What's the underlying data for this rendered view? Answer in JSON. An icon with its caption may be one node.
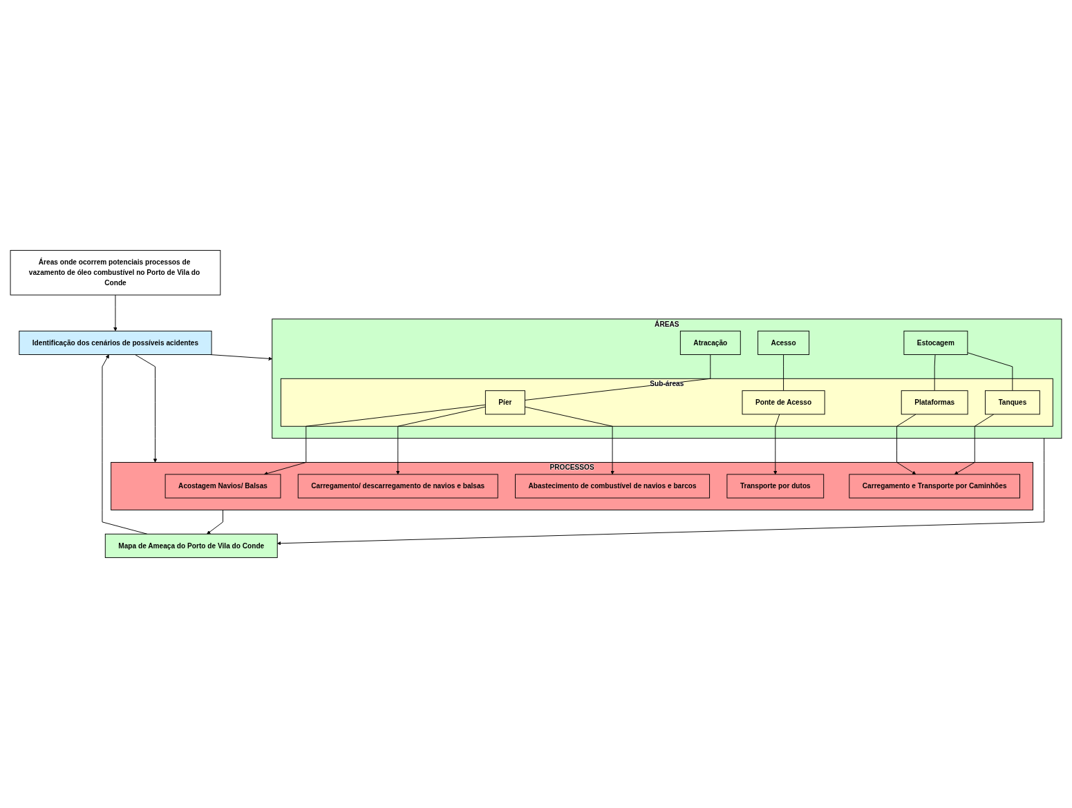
{
  "diagram": {
    "nodes": [
      {
        "text": [
          "Áreas onde ocorrem potenciais processos de vazamento de óleo combustível no Porto de Vila do Conde"
        ]
      },
      {
        "text": [
          "Identificação dos cenários de possíveis acidentes"
        ]
      },
      {
        "text": [
          "ÁREAS"
        ]
      },
      {
        "text": [
          "Atracação"
        ],
        "in": 2
      },
      {
        "text": [
          "Acesso"
        ],
        "in": 2
      },
      {
        "text": [
          "Estocagem"
        ],
        "in": 2
      },
      {
        "text": [
          "Sub-áreas"
        ],
        "in": 2
      },
      {
        "text": [
          "Píer"
        ],
        "in": 6
      },
      {
        "text": [
          "Ponte de Acesso"
        ],
        "in": 6
      },
      {
        "text": [
          "Tanques"
        ],
        "in": 6
      },
      {
        "text": [
          "Plataformas"
        ],
        "in": 6
      },
      {
        "text": [
          "PROCESSOS"
        ]
      },
      {
        "text": [
          "Acostagem Navios/ Balsas"
        ],
        "in": 11
      },
      {
        "text": [
          "Carregamento/ descarregamento de navios e balsas"
        ],
        "in": 11
      },
      {
        "text": [
          "Abastecimento de combustível de navios e barcos"
        ],
        "in": 11
      },
      {
        "text": [
          "Transporte por dutos"
        ],
        "in": 11
      },
      {
        "text": [
          "Carregamento e Transporte por Caminhões"
        ],
        "in": 11
      },
      {
        "text": [
          "Mapa de Ameaça do Porto de Vila do Conde"
        ]
      }
    ],
    "edges": [
      {
        "from": 0,
        "to": 1,
        "arrow": "to"
      },
      {
        "from": 1,
        "to": 2,
        "arrow": "to"
      },
      {
        "from": 1,
        "to": 11,
        "arrow": "to"
      },
      {
        "from": 3,
        "to": 7,
        "arrow": "none"
      },
      {
        "from": 4,
        "to": 8,
        "arrow": "none"
      },
      {
        "from": 5,
        "to": 9,
        "arrow": "none"
      },
      {
        "from": 5,
        "to": 10,
        "arrow": "none"
      },
      {
        "from": 7,
        "to": 12,
        "arrow": "to"
      },
      {
        "from": 7,
        "to": 13,
        "arrow": "to"
      },
      {
        "from": 7,
        "to": 14,
        "arrow": "to"
      },
      {
        "from": 8,
        "to": 15,
        "arrow": "to"
      },
      {
        "from": 9,
        "to": 16,
        "arrow": "to"
      },
      {
        "from": 10,
        "to": 16,
        "arrow": "to"
      },
      {
        "from": 2,
        "to": 17,
        "arrow": "to"
      },
      {
        "from": 11,
        "to": 17,
        "arrow": "to"
      },
      {
        "from": 17,
        "to": 1,
        "arrow": "to"
      }
    ]
  }
}
